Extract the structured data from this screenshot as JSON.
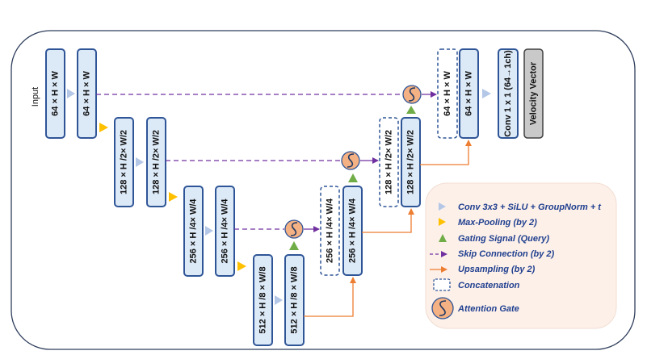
{
  "input_label": "Input",
  "encoder": {
    "level1": [
      "64 × H × W",
      "64 × H × W"
    ],
    "level2": [
      "128 × H /2× W/2",
      "128 × H /2× W/2"
    ],
    "level3": [
      "256 × H /4× W/4",
      "256 × H /4× W/4"
    ],
    "bottleneck": [
      "512 × H /8 × W/8",
      "512 × H /8 × W/8"
    ]
  },
  "decoder": {
    "level3": [
      "256 × H /4× W/4",
      "256 × H /4× W/4"
    ],
    "level2": [
      "128 × H /2× W/2",
      "128 × H /2× W/2"
    ],
    "level1": [
      "64 × H × W",
      "64 × H × W"
    ]
  },
  "output": {
    "conv_label": "Conv 1 x 1 (64→1ch)",
    "vector_label": "Velocity Vector"
  },
  "legend": {
    "conv": "Conv 3x3 + SiLU + GroupNorm + t",
    "pool": "Max-Pooling (by 2)",
    "gate": "Gating Signal (Query)",
    "skip": "Skip Connection (by 2)",
    "up": "Upsampling (by 2)",
    "concat": "Concatenation",
    "attn": "Attention Gate"
  },
  "colors": {
    "block_fill": "#dce9f7",
    "block_stroke": "#2f5597",
    "conv_arrow": "#b4c7e7",
    "pool_arrow": "#ffc000",
    "gate_arrow": "#70ad47",
    "skip_arrow": "#7030a0",
    "up_arrow": "#ed7d31",
    "attention_fill": "#f4b183",
    "legend_bg": "#fdf0e9"
  }
}
